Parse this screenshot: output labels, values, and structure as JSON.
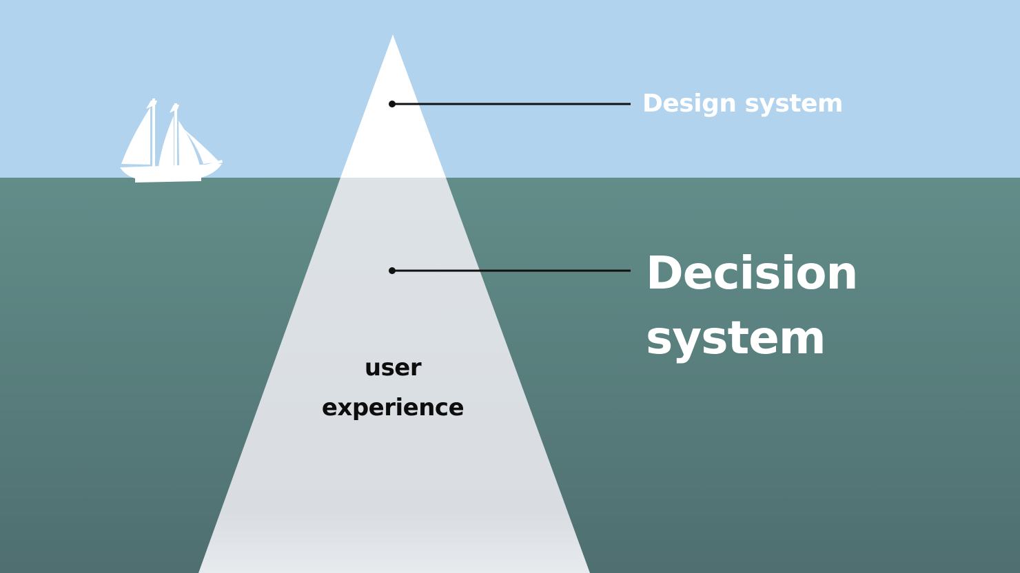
{
  "colors": {
    "sky": "#b1d3ee",
    "sea_top": "#628d89",
    "sea_bottom": "#4f6f70",
    "iceberg_above": "#ffffff",
    "iceberg_below": "#dde1e5",
    "leader_line": "#111111",
    "label_light": "#ffffff",
    "label_dark": "#0d0d0d"
  },
  "icons": {
    "ship": "sailing-ship-icon"
  },
  "labels": {
    "top": "Design system",
    "bottom_line1": "Decision",
    "bottom_line2": "system",
    "inside_line1": "user",
    "inside_line2": "experience"
  }
}
